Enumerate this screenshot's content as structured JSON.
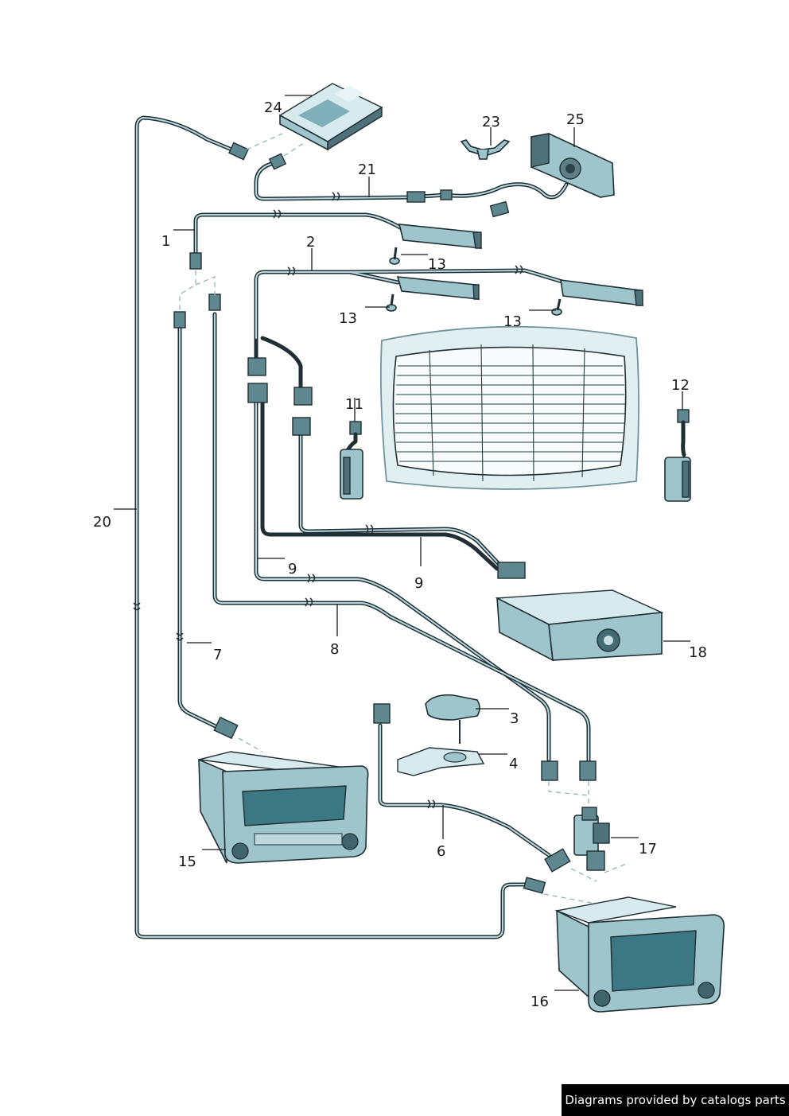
{
  "diagram": {
    "labels": {
      "l1": "1",
      "l2": "2",
      "l3": "3",
      "l4": "4",
      "l6": "6",
      "l7": "7",
      "l8": "8",
      "l9a": "9",
      "l9b": "9",
      "l11": "11",
      "l12": "12",
      "l13a": "13",
      "l13b": "13",
      "l13c": "13",
      "l15": "15",
      "l16": "16",
      "l17": "17",
      "l18": "18",
      "l20": "20",
      "l21": "21",
      "l23": "23",
      "l24": "24",
      "l25": "25"
    }
  },
  "footer": {
    "credit": "Diagrams provided by catalogs parts"
  },
  "colors": {
    "cable": "#1f2f33",
    "part": "#9ec4cc",
    "screen": "#3b7883",
    "badge": "#000000"
  }
}
